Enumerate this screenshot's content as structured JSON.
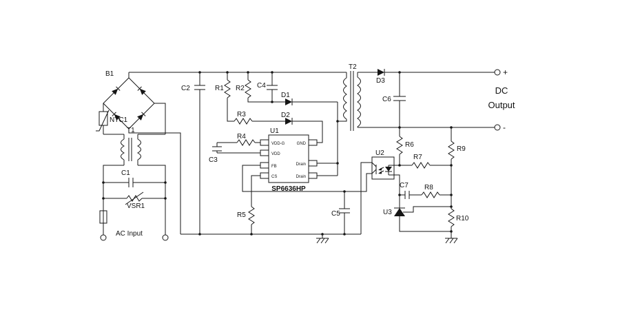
{
  "labels": {
    "b1": "B1",
    "ntc1": "NTC1",
    "t1": "T1",
    "c1": "C1",
    "vsr1": "VSR1",
    "ac_input": "AC Input",
    "c2": "C2",
    "r1": "R1",
    "r2": "R2",
    "r3": "R3",
    "r4": "R4",
    "r5": "R5",
    "c3": "C3",
    "c4": "C4",
    "c5": "C5",
    "d1": "D1",
    "d2": "D2",
    "d3": "D3",
    "t2": "T2",
    "c6": "C6",
    "c7": "C7",
    "u2": "U2",
    "u3": "U3",
    "r6": "R6",
    "r7": "R7",
    "r8": "R8",
    "r9": "R9",
    "r10": "R10"
  },
  "chip": {
    "designator": "U1",
    "part_number": "SP6636HP",
    "left_pins": [
      "VDD-G",
      "VDD",
      "FB",
      "CS"
    ],
    "right_pins": [
      "GND",
      "Drain",
      "Drain"
    ]
  },
  "output": {
    "line1": "DC",
    "line2": "Output",
    "plus": "+",
    "minus": "-"
  }
}
